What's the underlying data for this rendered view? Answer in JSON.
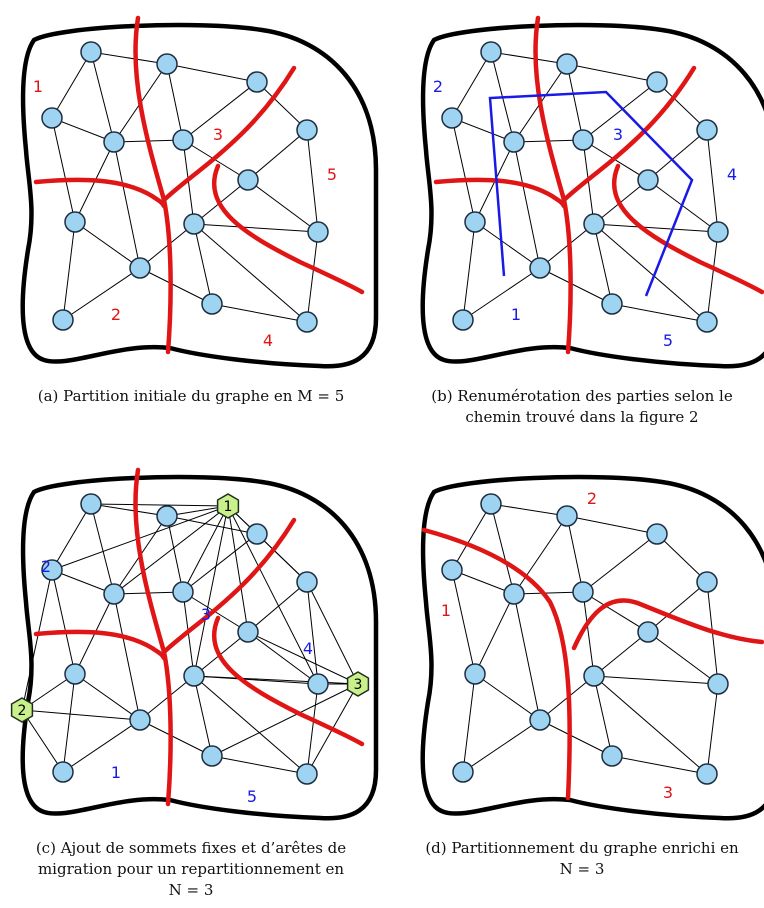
{
  "colors": {
    "node_fill": "#9fd3f2",
    "node_stroke": "#1e2e3e",
    "fixed_fill": "#c9f08a",
    "cut_line": "#e01515",
    "path_line": "#1a1ae6",
    "red_label": "#e01515",
    "blue_label": "#1a1ae6"
  },
  "panels": [
    {
      "id": "a",
      "labels": [
        {
          "t": "1",
          "c": "red"
        },
        {
          "t": "2",
          "c": "red"
        },
        {
          "t": "3",
          "c": "red"
        },
        {
          "t": "4",
          "c": "red"
        },
        {
          "t": "5",
          "c": "red"
        }
      ],
      "caption_lines": [
        "(a) Partition initiale du graphe en M = 5"
      ]
    },
    {
      "id": "b",
      "labels": [
        {
          "t": "2",
          "c": "blue"
        },
        {
          "t": "1",
          "c": "blue"
        },
        {
          "t": "3",
          "c": "blue"
        },
        {
          "t": "4",
          "c": "blue"
        },
        {
          "t": "5",
          "c": "blue"
        }
      ],
      "caption_lines": [
        "(b) Renumérotation des parties selon le",
        "chemin trouvé dans la figure 2"
      ]
    },
    {
      "id": "c",
      "labels": [
        {
          "t": "2",
          "c": "blue"
        },
        {
          "t": "3",
          "c": "blue"
        },
        {
          "t": "4",
          "c": "blue"
        },
        {
          "t": "1",
          "c": "blue"
        },
        {
          "t": "5",
          "c": "blue"
        }
      ],
      "fixed_nodes": [
        "1",
        "2",
        "3"
      ],
      "caption_lines": [
        "(c) Ajout de sommets fixes et d’arêtes de",
        "migration pour un repartitionnement en",
        "N = 3"
      ]
    },
    {
      "id": "d",
      "labels": [
        {
          "t": "2",
          "c": "red"
        },
        {
          "t": "1",
          "c": "red"
        },
        {
          "t": "3",
          "c": "red"
        }
      ],
      "caption_lines": [
        "(d) Partitionnement du graphe enrichi en",
        "N = 3"
      ]
    }
  ]
}
